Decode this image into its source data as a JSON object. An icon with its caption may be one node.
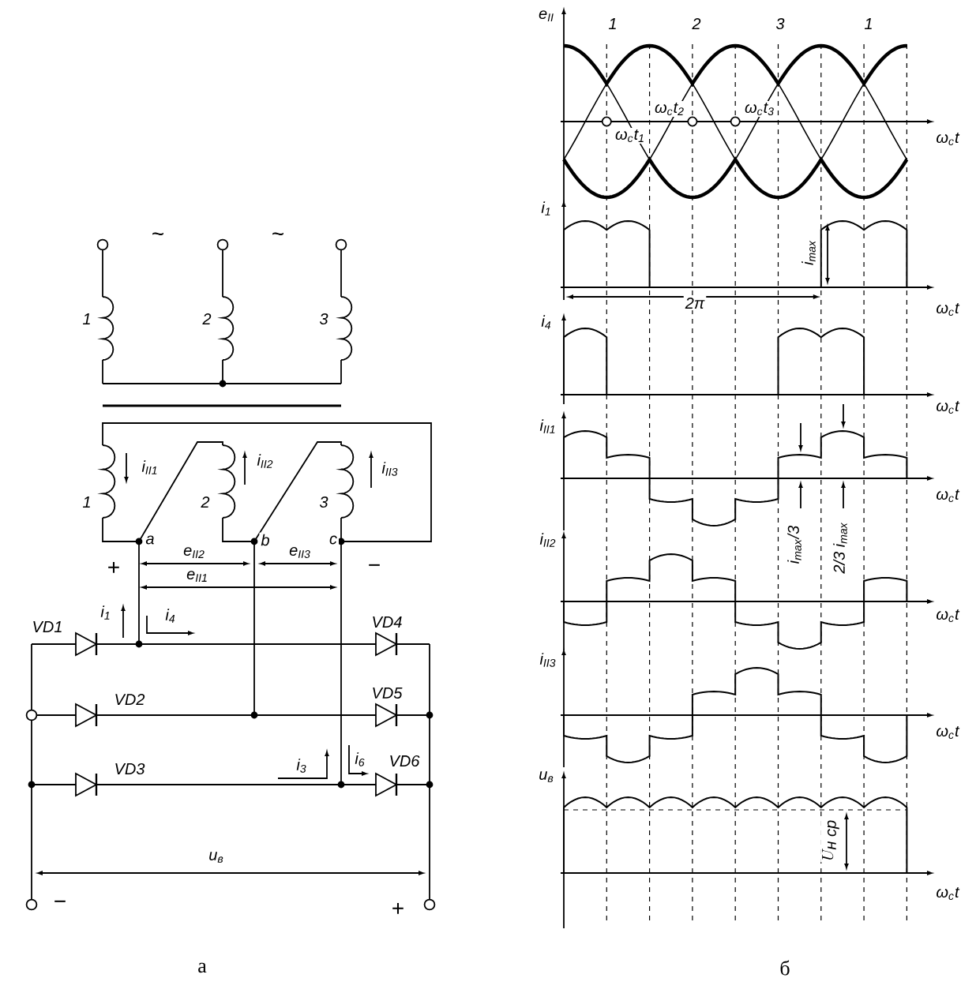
{
  "diagram": {
    "labels": [
      "~",
      "~",
      "1",
      "2",
      "3",
      "1",
      "i$_{II1}$",
      "2",
      "i$_{II2}$",
      "3",
      "i$_{II3}$",
      "+",
      "a",
      "b",
      "c",
      "−",
      "e$_{II2}$",
      "e$_{II3}$",
      "e$_{II1}$",
      "VD1",
      "i$_{1}$",
      "i$_{4}$",
      "VD4",
      "VD2",
      "VD5",
      "i$_{3}$",
      "i$_{6}$",
      "VD6",
      "VD3",
      "u$_{в}$",
      "−",
      "+",
      "а",
      "e$_{II}$",
      "1",
      "2",
      "3",
      "1",
      "ω$_{c}$t$_{2}$",
      "ω$_{c}$t$_{3}$",
      "ω$_{c}$t$_{1}$",
      "ω$_{c}$t",
      "i$_{1}$",
      "i$_{max}$",
      "2π",
      "ω$_{c}$t",
      "i$_{4}$",
      "ω$_{c}$t",
      "i$_{II1}$",
      "ω$_{c}$t",
      "i$_{max}$/3",
      "2/3 i$_{max}$",
      "i$_{II2}$",
      "ω$_{c}$t",
      "i$_{II3}$",
      "ω$_{c}$t",
      "u$_{в}$",
      "U_{\\mbox{\\itshape н ср}}",
      "ω$_{c}$t",
      "б"
    ]
  }
}
